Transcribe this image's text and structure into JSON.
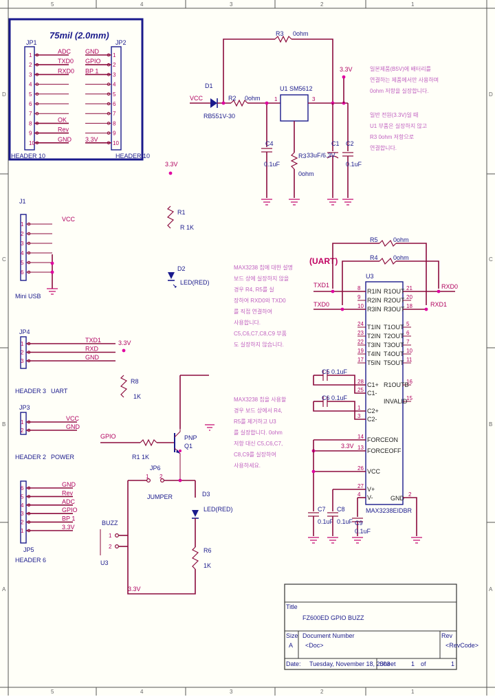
{
  "border": {
    "top_zones": [
      "5",
      "4",
      "3",
      "2",
      "1"
    ],
    "bottom_zones": [
      "5",
      "4",
      "3",
      "2",
      "1"
    ],
    "left_zones": [
      "D",
      "C",
      "B",
      "A"
    ],
    "right_zones": [
      "D",
      "C",
      "B",
      "A"
    ]
  },
  "connector_box": {
    "title": "75mil (2.0mm)",
    "jp1": {
      "ref": "JP1",
      "type": "HEADER 10",
      "pins": [
        "1",
        "2",
        "3",
        "4",
        "5",
        "6",
        "7",
        "8",
        "9",
        "10"
      ],
      "signals": [
        "ADC",
        "TXD0",
        "RXD0",
        "",
        "",
        "",
        "",
        "OK",
        "Rev",
        "GND"
      ]
    },
    "jp2": {
      "ref": "JP2",
      "type": "HEADER 10",
      "pins": [
        "1",
        "2",
        "3",
        "4",
        "5",
        "6",
        "7",
        "8",
        "9",
        "10"
      ],
      "signals": [
        "GND",
        "GPIO",
        "BP 1",
        "",
        "",
        "",
        "",
        "",
        "",
        "3.3V"
      ]
    }
  },
  "regulator": {
    "d1_ref": "D1",
    "d1_part": "RB551V-30",
    "vcc": "VCC",
    "r2_ref": "R2",
    "r2_value": "0ohm",
    "r3_ref": "R3",
    "r3_value": "0ohm",
    "r3b_value": "0ohm",
    "u1_ref": "U1",
    "u1_part": "SM5612",
    "u1_pin_in": "1",
    "u1_pin_out": "3",
    "net_33": "3.3V",
    "c1_ref": "C1",
    "c1_value": "33uF/6.3V",
    "c2_ref": "C2",
    "c2_value": "0.1uF",
    "c4_ref": "C4",
    "c4_value": "0.1uF",
    "r3_label": "R3",
    "note1": [
      "일본제품(B5V)에 배터리를",
      "연결하는 제품에서만 사용하며",
      "0ohm 저항을 실장합니다."
    ],
    "note2": [
      "일반 전원(3.3V)일 때",
      "U1 부품은 실장하지 않고",
      "R3 0ohm 저항으로",
      "연결합니다."
    ]
  },
  "j1": {
    "ref": "J1",
    "type": "Mini USB",
    "pins": [
      "1",
      "2",
      "3",
      "4",
      "5",
      "6"
    ],
    "vcc": "VCC"
  },
  "net_33_left": "3.3V",
  "r1": {
    "ref": "R1",
    "value": "R 1K"
  },
  "d2": {
    "ref": "D2",
    "label": "LED(RED)"
  },
  "note_mid1": [
    "MAX3238 칩에 대한 설명",
    "보드 상에 실장하지 않을",
    "경우 R4, R5를 실",
    "장하여 RXD0와 TXD0",
    "를 직접 연결하여",
    "사용합니다.",
    "C5,C6,C7,C8,C9 부품",
    "도 실장하지 않습니다."
  ],
  "note_mid2": [
    "MAX3238 칩을 사용할",
    "경우 보드 상에서 R4,",
    "R5를 제거하고 U3",
    "를 실장합니다. 0ohm",
    "저항 대신 C5,C6,C7,",
    "C8,C9를 실장하여",
    "사용하세요."
  ],
  "jp4": {
    "ref": "JP4",
    "type": "HEADER 3",
    "note": "UART",
    "pins": [
      "1",
      "2",
      "3"
    ],
    "signals": [
      "TXD1",
      "RXD",
      "GND"
    ],
    "net_33": "3.3V"
  },
  "jp3": {
    "ref": "JP3",
    "type": "HEADER 2",
    "note": "POWER",
    "pins": [
      "1",
      "2"
    ],
    "signals": [
      "VCC",
      "GND"
    ]
  },
  "jp5": {
    "ref": "JP5",
    "type": "HEADER 6",
    "pins": [
      "6",
      "5",
      "4",
      "3",
      "2",
      "1"
    ],
    "signals": [
      "GND",
      "Rev",
      "ADC",
      "GPIO",
      "BP 1",
      "3.3V"
    ]
  },
  "q1": {
    "ref": "Q1",
    "type": "PNP",
    "r_ref": "R1",
    "r_value": "1K",
    "gpio": "GPIO",
    "r8_ref": "R8",
    "r8_value": "1K"
  },
  "jp6": {
    "ref": "JP6",
    "type": "JUMPER",
    "pin1": "1",
    "pin2": "2"
  },
  "d3": {
    "ref": "D3",
    "label": "LED(RED)"
  },
  "r6": {
    "ref": "R6",
    "value": "1K"
  },
  "buzz": {
    "label": "BUZZ",
    "ref": "U3",
    "pin1": "1",
    "pin2": "2",
    "net": "3.3V"
  },
  "uart": {
    "tag": "(UART)",
    "r5_ref": "R5",
    "r5_value": "0ohm",
    "r4_ref": "R4",
    "r4_value": "0ohm",
    "u3_ref": "U3",
    "u3_part": "MAX3238EIDBR",
    "txd1": "TXD1",
    "txd0": "TXD0",
    "rxd0": "RXD0",
    "rxd1": "RXD1",
    "left_pins": [
      {
        "num": "8",
        "name": "R1IN"
      },
      {
        "num": "9",
        "name": "R2IN"
      },
      {
        "num": "10",
        "name": "R3IN"
      },
      {
        "num": "24",
        "name": "T1IN"
      },
      {
        "num": "23",
        "name": "T2IN"
      },
      {
        "num": "22",
        "name": "T3IN"
      },
      {
        "num": "19",
        "name": "T4IN"
      },
      {
        "num": "17",
        "name": "T5IN"
      }
    ],
    "right_pins": [
      {
        "num": "21",
        "name": "R1OUT"
      },
      {
        "num": "20",
        "name": "R2OUT"
      },
      {
        "num": "18",
        "name": "R3OUT"
      },
      {
        "num": "5",
        "name": "T1OUT"
      },
      {
        "num": "6",
        "name": "T2OUT"
      },
      {
        "num": "7",
        "name": "T3OUT"
      },
      {
        "num": "10",
        "name": "T4OUT"
      },
      {
        "num": "11",
        "name": "T5OUT"
      }
    ],
    "cap_pins": [
      {
        "num": "28",
        "name": "C1+"
      },
      {
        "num": "25",
        "name": "C1-"
      },
      {
        "num": "1",
        "name": "C2+"
      },
      {
        "num": "3",
        "name": "C2-"
      }
    ],
    "ctrl_pins": [
      {
        "num": "14",
        "name": "FORCEON"
      },
      {
        "num": "13",
        "name": "FORCEOFF"
      },
      {
        "num": "26",
        "name": "VCC"
      },
      {
        "num": "27",
        "name": "V+"
      },
      {
        "num": "4",
        "name": "V-"
      }
    ],
    "rout_pins": [
      {
        "num": "16",
        "name": "R1OUTB"
      },
      {
        "num": "15",
        "name": "INVALID"
      }
    ],
    "gnd_pin": {
      "num": "2",
      "name": "GND"
    },
    "c5_ref": "C5",
    "c5_value": "0.1uF",
    "c6_ref": "C6",
    "c6_value": "0.1uF",
    "c7_ref": "C7",
    "c7_value": "0.1uF",
    "c8_ref": "C8",
    "c8_value": "0.1uF",
    "c9_ref": "C9",
    "c9_value": "0.1uF",
    "net_33": "3.3V"
  },
  "title_block": {
    "title_label": "Title",
    "title": "FZ600ED GPIO BUZZ",
    "size_label": "Size",
    "size": "A",
    "docnum_label": "Document Number",
    "docnum": "<Doc>",
    "rev_label": "Rev",
    "rev": "<RevCode>",
    "date_label": "Date:",
    "date": "Tuesday, November 18, 2003",
    "sheet_label": "Sheet",
    "sheet": "1",
    "of_label": "of",
    "of": "1"
  }
}
